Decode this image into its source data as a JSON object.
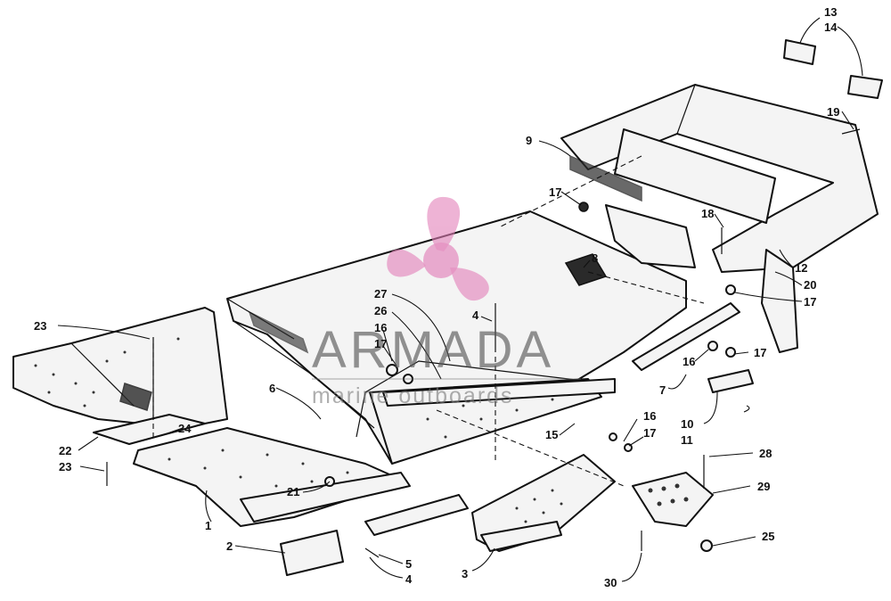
{
  "diagram": {
    "watermark": {
      "brand": "ARMADA",
      "tagline": "marine outboards",
      "logo_color": "#e27fb8"
    },
    "labels": [
      {
        "id": "l13",
        "text": "13"
      },
      {
        "id": "l14",
        "text": "14"
      },
      {
        "id": "l19",
        "text": "19"
      },
      {
        "id": "l9",
        "text": "9"
      },
      {
        "id": "l17a",
        "text": "17"
      },
      {
        "id": "l18",
        "text": "18"
      },
      {
        "id": "l8",
        "text": "8"
      },
      {
        "id": "l12",
        "text": "12"
      },
      {
        "id": "l20",
        "text": "20"
      },
      {
        "id": "l17b",
        "text": "17"
      },
      {
        "id": "l27",
        "text": "27"
      },
      {
        "id": "l26",
        "text": "26"
      },
      {
        "id": "l16a",
        "text": "16"
      },
      {
        "id": "l17c",
        "text": "17"
      },
      {
        "id": "l4a",
        "text": "4"
      },
      {
        "id": "l23a",
        "text": "23"
      },
      {
        "id": "l6",
        "text": "6"
      },
      {
        "id": "l16b",
        "text": "16"
      },
      {
        "id": "l17d",
        "text": "17"
      },
      {
        "id": "l7",
        "text": "7"
      },
      {
        "id": "l10",
        "text": "10"
      },
      {
        "id": "l11",
        "text": "11"
      },
      {
        "id": "l16c",
        "text": "16"
      },
      {
        "id": "l17e",
        "text": "17"
      },
      {
        "id": "l15",
        "text": "15"
      },
      {
        "id": "l24",
        "text": "24"
      },
      {
        "id": "l22",
        "text": "22"
      },
      {
        "id": "l23b",
        "text": "23"
      },
      {
        "id": "l21",
        "text": "21"
      },
      {
        "id": "l28",
        "text": "28"
      },
      {
        "id": "l29",
        "text": "29"
      },
      {
        "id": "l1",
        "text": "1"
      },
      {
        "id": "l25",
        "text": "25"
      },
      {
        "id": "l2",
        "text": "2"
      },
      {
        "id": "l5",
        "text": "5"
      },
      {
        "id": "l4b",
        "text": "4"
      },
      {
        "id": "l3",
        "text": "3"
      },
      {
        "id": "l30",
        "text": "30"
      }
    ]
  }
}
